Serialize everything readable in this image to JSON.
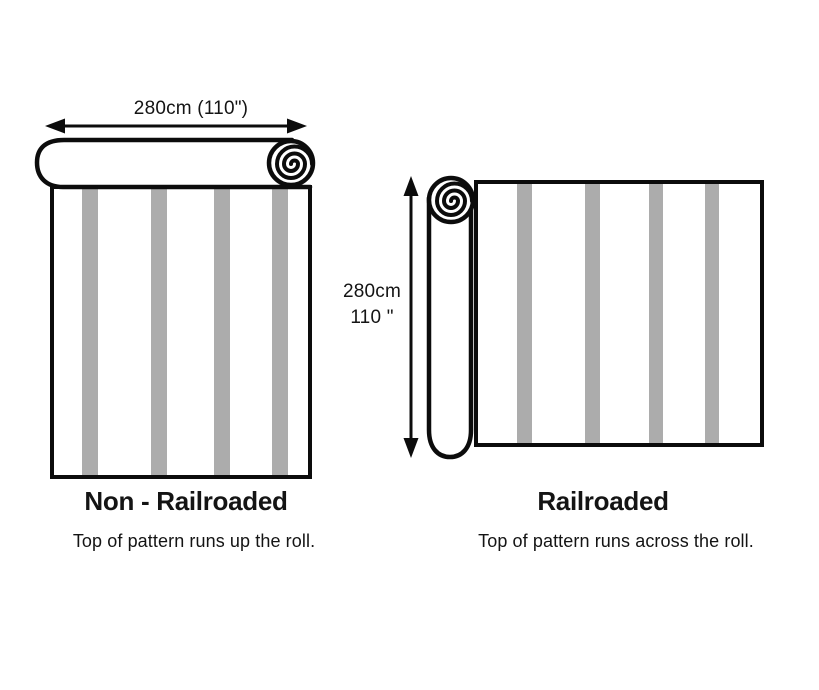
{
  "colors": {
    "stroke": "#0c0c0c",
    "stripe": "#acacac",
    "fabric_fill": "#ffffff",
    "text": "#141414",
    "background": "#ffffff"
  },
  "left_diagram": {
    "width_label": "280cm (110\")",
    "title": "Non - Railroaded",
    "caption": "Top of pattern runs up the roll.",
    "stripe_count": 4
  },
  "right_diagram": {
    "length_label_line1": "280cm",
    "length_label_line2": "110 \"",
    "title": "Railroaded",
    "caption": "Top of pattern runs across the roll.",
    "stripe_count": 4
  }
}
